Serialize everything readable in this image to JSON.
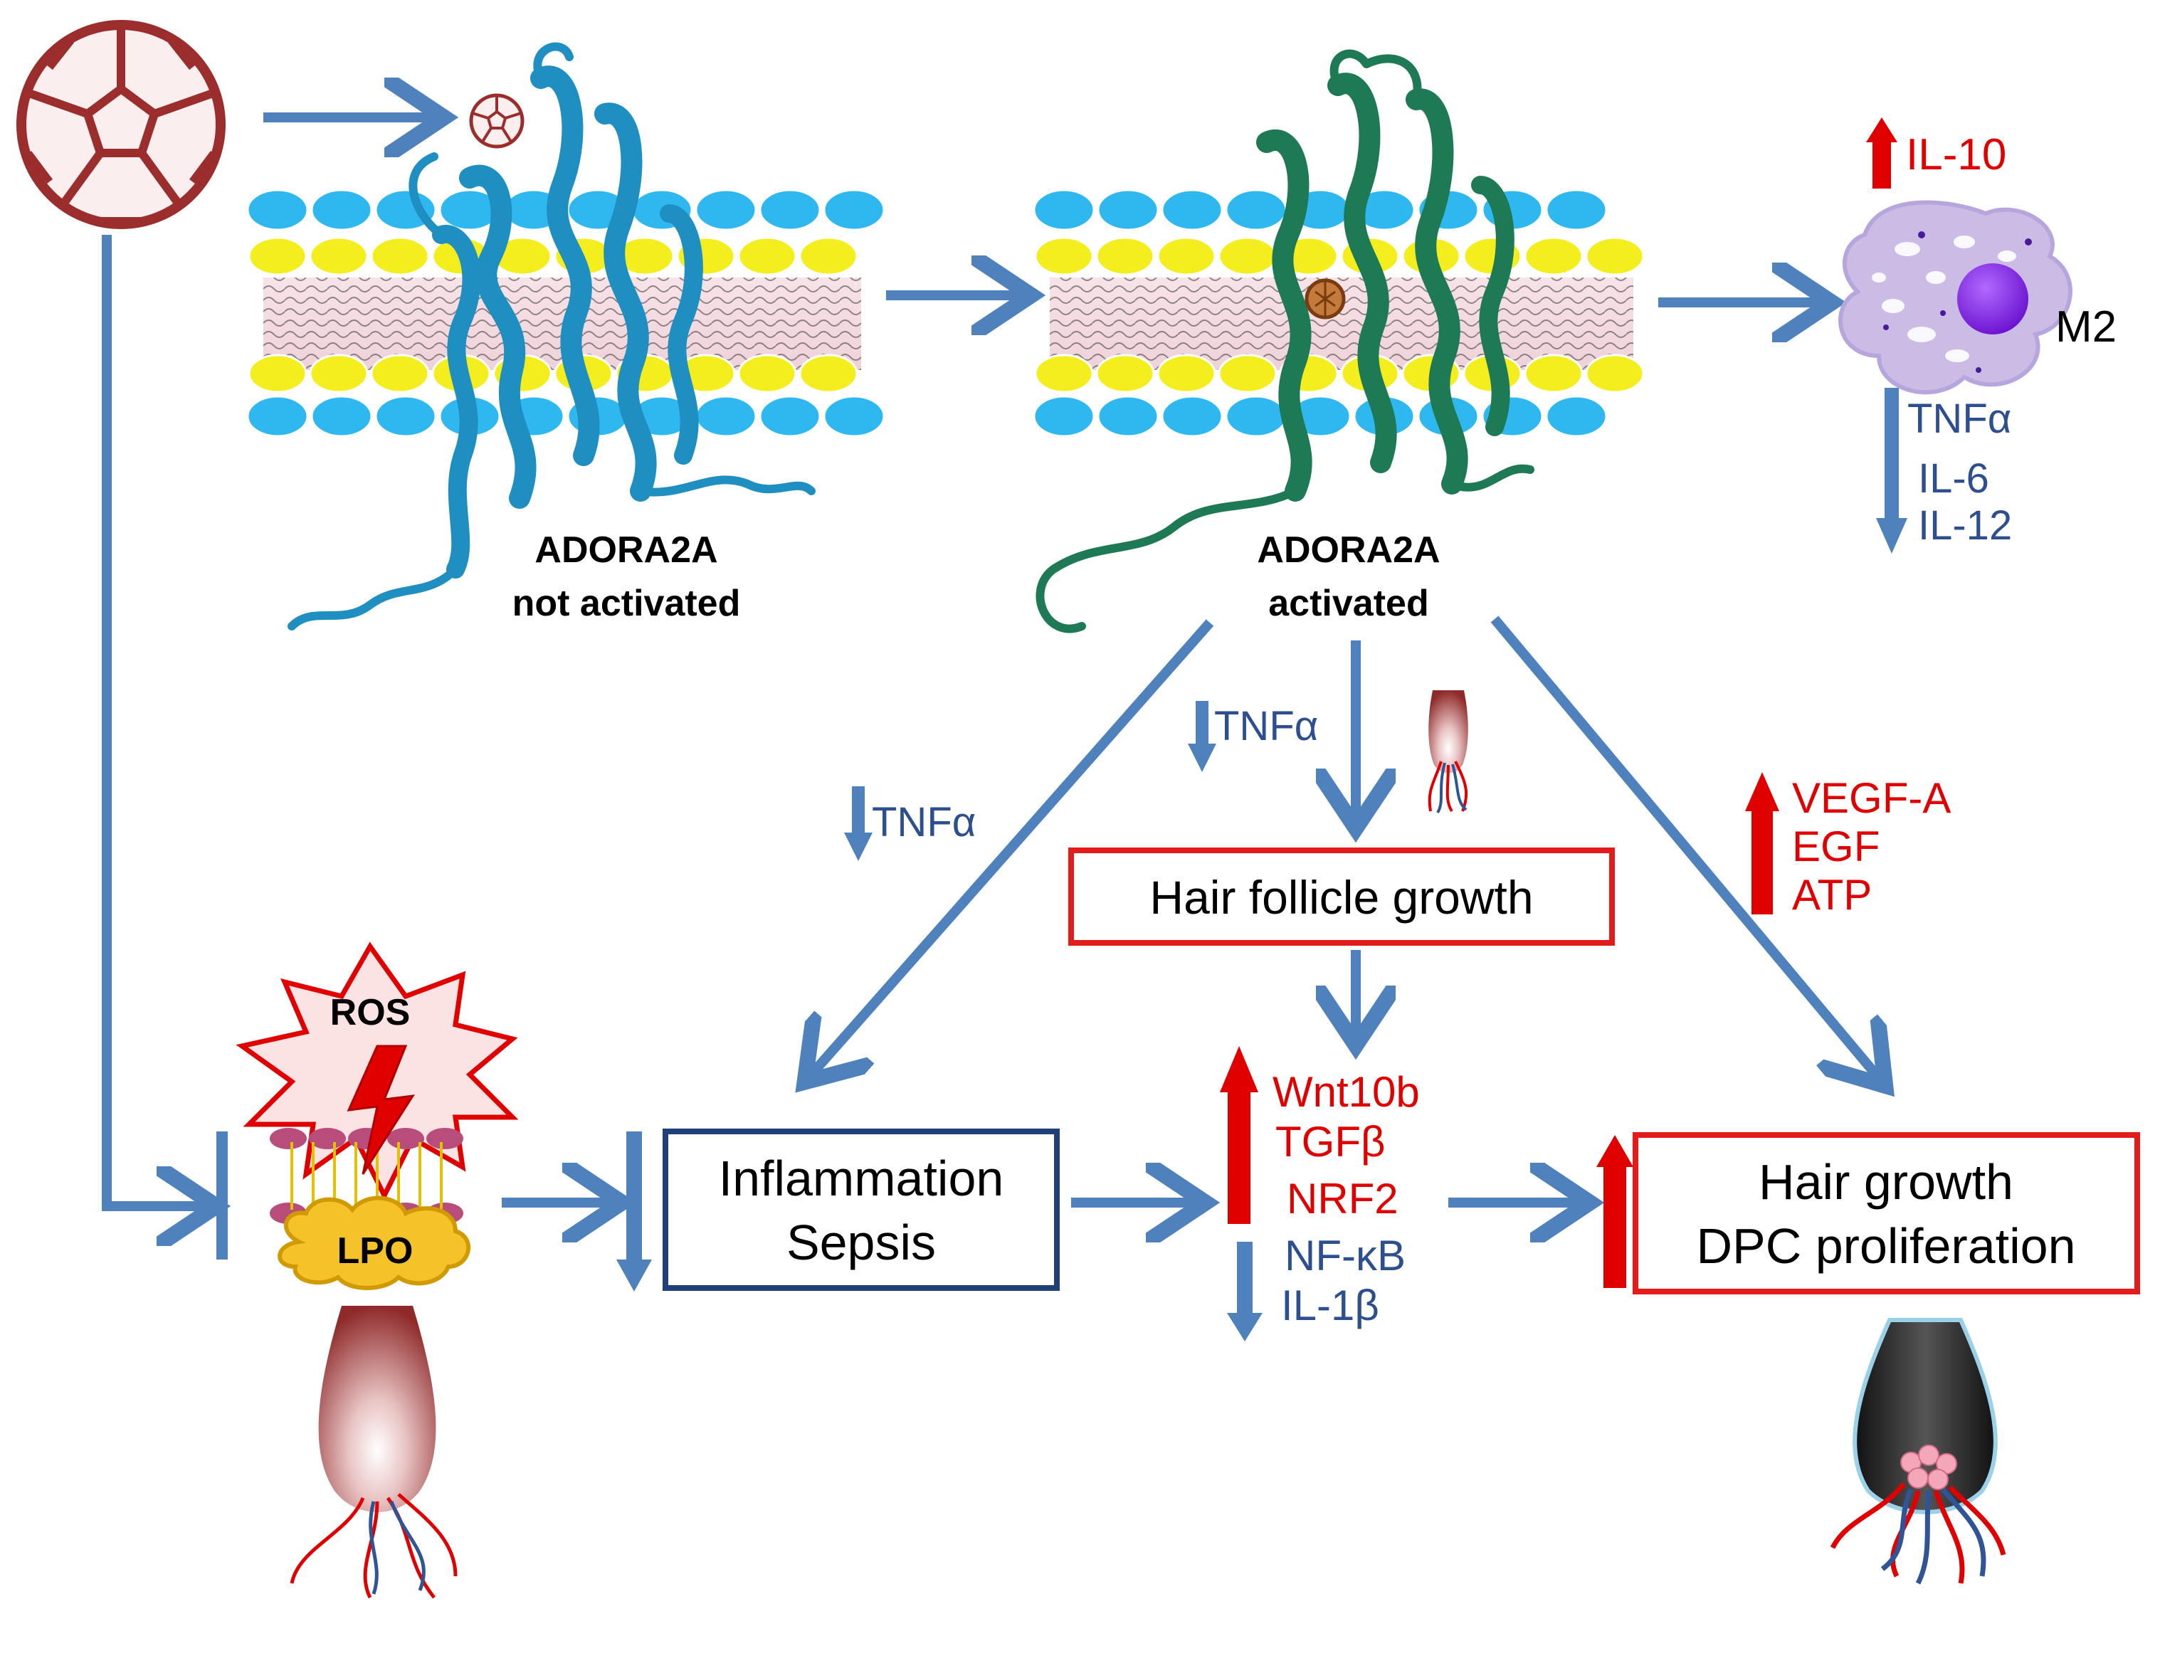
{
  "colors": {
    "arrow_blue": "#4F81BD",
    "dark_blue": "#2F5597",
    "text_blue": "#2E4F8F",
    "up_red": "#E00000",
    "box_red": "#E31B1B",
    "box_blue": "#1F3F7A",
    "fullerene": "#9B2D2D",
    "protein_inactive": "#1E8FC0",
    "protein_active": "#1E7A55",
    "membrane_yellow": "#F5EE1E",
    "membrane_cyan": "#2FB8F0",
    "macrophage": "#CBBCE6",
    "nucleus": "#8A1AE6"
  },
  "receptor": {
    "inactive": {
      "name": "ADORA2A",
      "state": "not activated"
    },
    "active": {
      "name": "ADORA2A",
      "state": "activated"
    }
  },
  "macrophage": {
    "up_marker": "IL-10",
    "type": "M2",
    "down_markers": [
      "TNFα",
      "IL-6",
      "IL-12"
    ]
  },
  "pathways": {
    "left_down": "TNFα",
    "center_down": "TNFα"
  },
  "growth_factors": [
    "VEGF-A",
    "EGF",
    "ATP"
  ],
  "boxes": {
    "hair_follicle_growth": "Hair follicle growth",
    "inflammation": [
      "Inflammation",
      "Sepsis"
    ],
    "hair_growth": [
      "Hair growth",
      "DPC proliferation"
    ]
  },
  "ros": "ROS",
  "lpo": "LPO",
  "signaling": {
    "up": [
      "Wnt10b",
      "TGFβ",
      "NRF2"
    ],
    "down": [
      "NF-κB",
      "IL-1β"
    ]
  },
  "icons": [
    "fullerene-icon",
    "protein-icon",
    "membrane-icon",
    "macrophage-icon",
    "hair-follicle-icon",
    "ros-burst-icon",
    "lightning-icon"
  ]
}
